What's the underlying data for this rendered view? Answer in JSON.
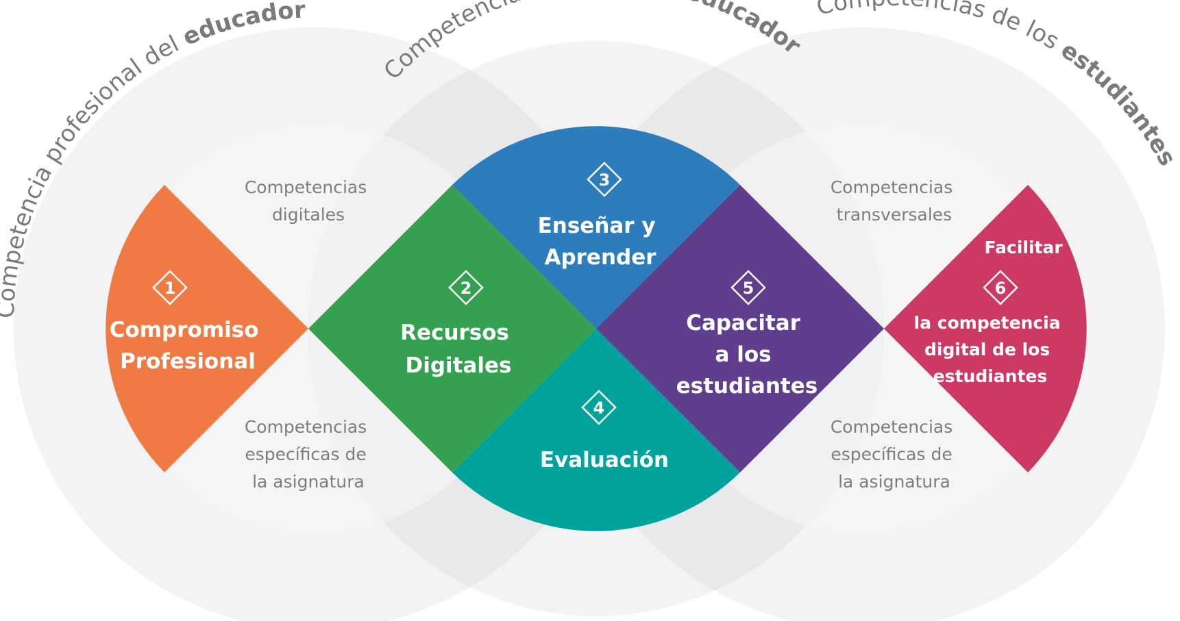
{
  "arc_titles": {
    "left": {
      "normal": "Competencia profesional del ",
      "bold": "educador"
    },
    "middle": {
      "normal": "Competencia didáctica del ",
      "bold": "educador"
    },
    "right": {
      "normal": "Competencias de los ",
      "bold": "estudiantes"
    }
  },
  "side_notes": {
    "left_top": [
      "Competencias",
      "digitales"
    ],
    "left_bottom": [
      "Competencias",
      "específicas de",
      "la asignatura"
    ],
    "right_top": [
      "Competencias",
      "transversales"
    ],
    "right_bottom": [
      "Competencias",
      "específicas de",
      "la asignatura"
    ]
  },
  "areas": [
    {
      "number": "1",
      "lines": [
        "Compromiso",
        "Profesional"
      ],
      "color": "#ef7a44"
    },
    {
      "number": "2",
      "lines": [
        "Recursos",
        "Digitales"
      ],
      "color": "#34a050"
    },
    {
      "number": "3",
      "lines": [
        "Enseñar y",
        "Aprender"
      ],
      "color": "#2d7cbb"
    },
    {
      "number": "4",
      "lines": [
        "Evaluación"
      ],
      "color": "#00a39b"
    },
    {
      "number": "5",
      "lines": [
        "Capacitar",
        "a los",
        "estudiantes"
      ],
      "color": "#5f3f8d"
    },
    {
      "number": "6",
      "lines": [
        "Facilitar",
        "la competencia",
        "digital  de los",
        "estudiantes"
      ],
      "color": "#cc3a64"
    }
  ],
  "colors": {
    "background_circle": "#f3f3f5",
    "background_overlap": "#e9e9ec",
    "title_gray": "#7a7a7a",
    "note_gray": "#7d7d7d"
  }
}
